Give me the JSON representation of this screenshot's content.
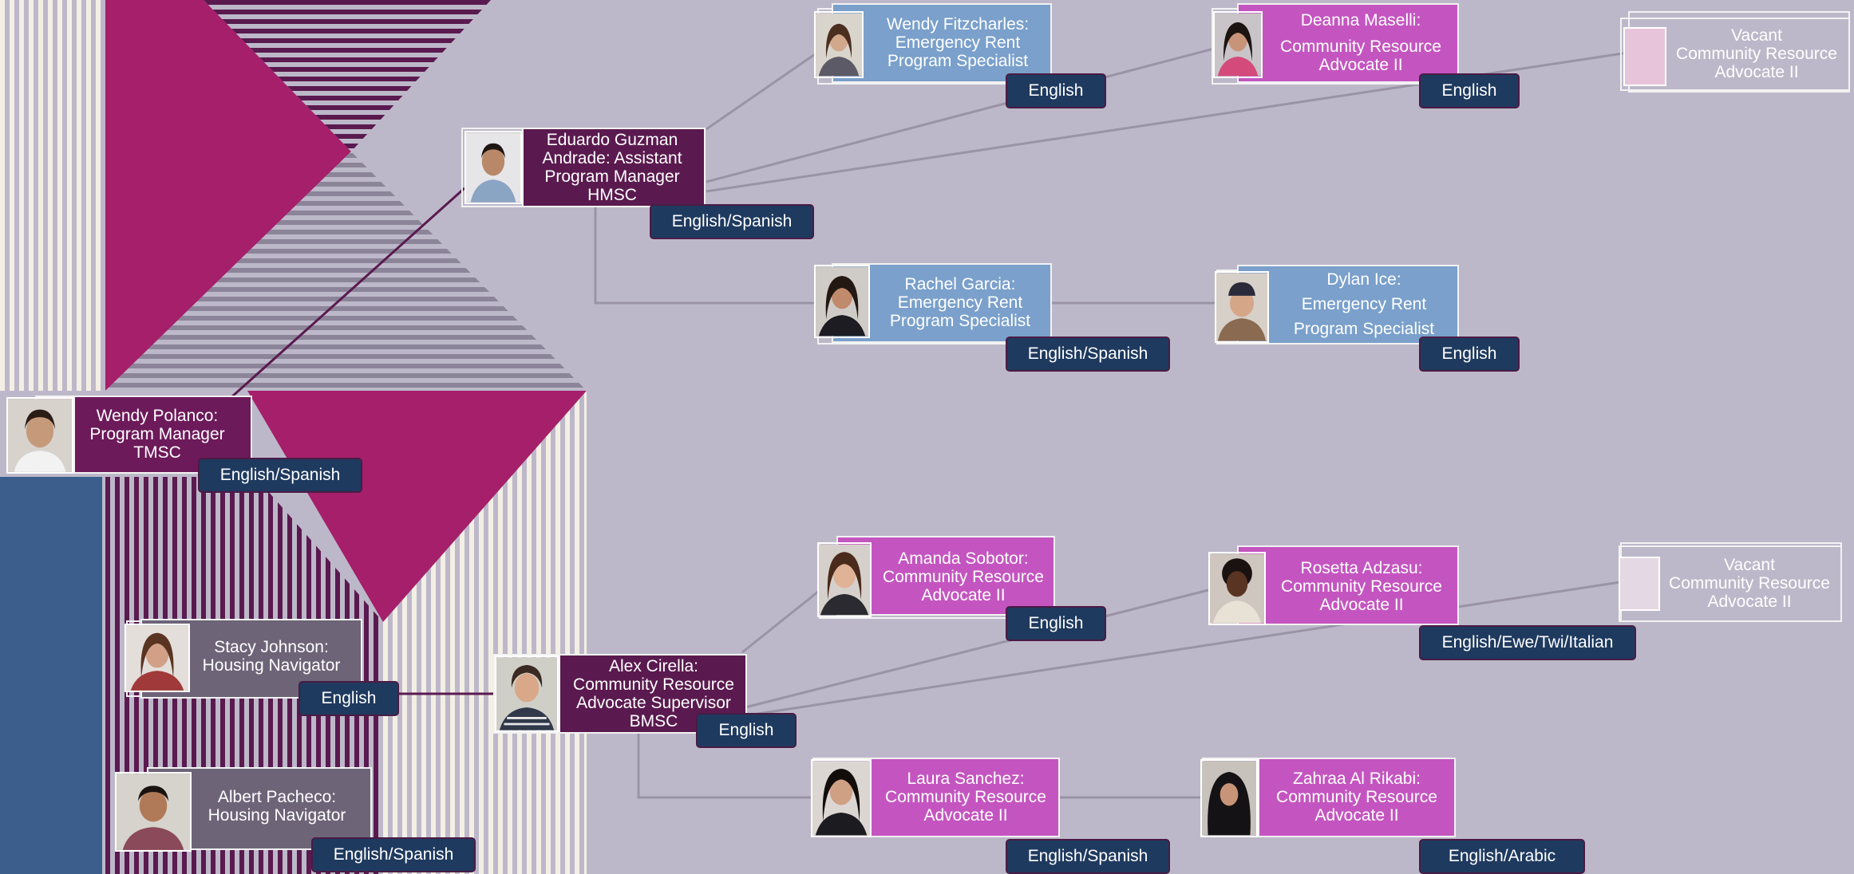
{
  "colors": {
    "background": "#bdb8c9",
    "navy_badge": "#1f3a5f",
    "plum_card": "#5a1a4f",
    "magenta_card": "#c455c0",
    "blue_card": "#7aa0cb",
    "slate_card": "#6e6478",
    "connector": "#9a93a6"
  },
  "people": {
    "wendy_polanco": {
      "name": "Wendy Polanco:",
      "role1": "Program Manager",
      "role2": "TMSC",
      "language": "English/Spanish"
    },
    "eduardo": {
      "line1": "Eduardo Guzman",
      "line2": "Andrade: Assistant",
      "line3": "Program Manager",
      "line4": "HMSC",
      "language": "English/Spanish"
    },
    "wendy_f": {
      "name": "Wendy Fitzcharles:",
      "role1": "Emergency Rent",
      "role2": "Program Specialist",
      "language": "English"
    },
    "deanna": {
      "name": "Deanna Maselli:",
      "role1": "Community Resource",
      "role2": "Advocate II",
      "language": "English"
    },
    "vacant_top": {
      "name": "Vacant",
      "role1": "Community Resource",
      "role2": "Advocate II"
    },
    "rachel": {
      "name": "Rachel Garcia:",
      "role1": "Emergency Rent",
      "role2": "Program Specialist",
      "language": "English/Spanish"
    },
    "dylan": {
      "name": "Dylan Ice:",
      "role1": "Emergency Rent",
      "role2": "Program Specialist",
      "language": "English"
    },
    "stacy": {
      "name": "Stacy Johnson:",
      "role1": "Housing Navigator",
      "language": "English"
    },
    "albert": {
      "name": "Albert Pacheco:",
      "role1": "Housing Navigator",
      "language": "English/Spanish"
    },
    "alex": {
      "line1": "Alex Cirella:",
      "line2": "Community Resource",
      "line3": "Advocate Supervisor",
      "line4": "BMSC",
      "language": "English"
    },
    "amanda": {
      "name": "Amanda Sobotor:",
      "role1": "Community Resource",
      "role2": "Advocate II",
      "language": "English"
    },
    "rosetta": {
      "name": "Rosetta Adzasu:",
      "role1": "Community Resource",
      "role2": "Advocate II",
      "language": "English/Ewe/Twi/Italian"
    },
    "vacant_bottom": {
      "name": "Vacant",
      "role1": "Community Resource",
      "role2": "Advocate II"
    },
    "laura": {
      "name": "Laura Sanchez:",
      "role1": "Community Resource",
      "role2": "Advocate II",
      "language": "English/Spanish"
    },
    "zahraa": {
      "name": "Zahraa Al Rikabi:",
      "role1": "Community Resource",
      "role2": "Advocate II",
      "language": "English/Arabic"
    }
  }
}
